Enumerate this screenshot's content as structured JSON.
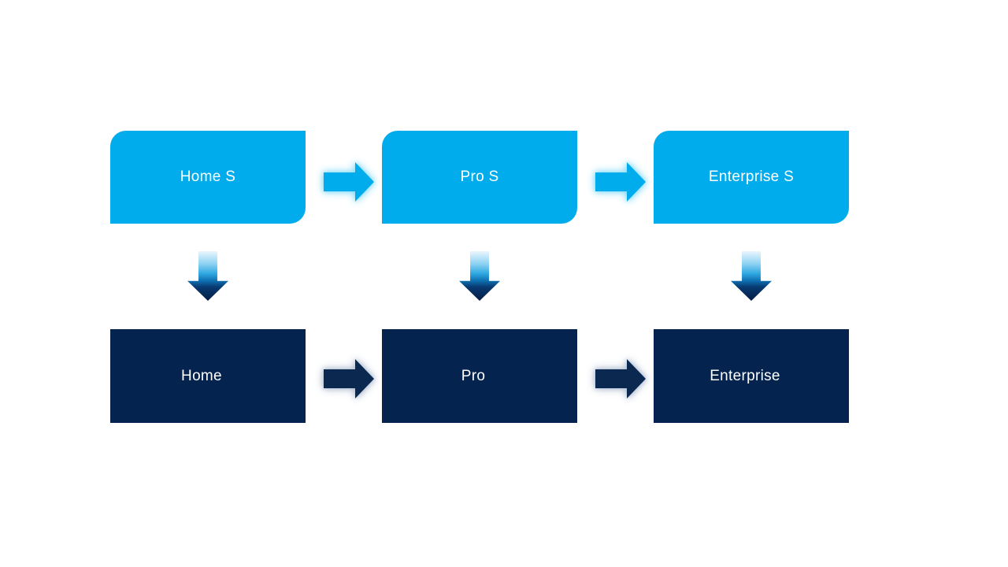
{
  "colors": {
    "background": "#FFFFFF",
    "top_box": "#00ACEC",
    "bottom_box": "#04234F",
    "box_text": "#FFFFFF",
    "top_arrow": "#00ACEC",
    "top_arrow_glow": "#8EDDF8",
    "bottom_arrow": "#0B2950",
    "bottom_arrow_glow": "#B3C0D4",
    "down_arrow_top": "#EAF6FD",
    "down_arrow_light": "#8FD3F3",
    "down_arrow_mid": "#2FA9E2",
    "down_arrow_deep": "#0E6FB0",
    "down_arrow_dark": "#083A72",
    "down_arrow_tip": "#041E44"
  },
  "diagram": {
    "type": "process-flow",
    "columns": [
      {
        "top_label": "Home S",
        "bottom_label": "Home"
      },
      {
        "top_label": "Pro S",
        "bottom_label": "Pro"
      },
      {
        "top_label": "Enterprise S",
        "bottom_label": "Enterprise"
      }
    ],
    "icons": {
      "right_arrow": "right-arrow-icon",
      "down_arrow": "down-arrow-icon"
    }
  }
}
